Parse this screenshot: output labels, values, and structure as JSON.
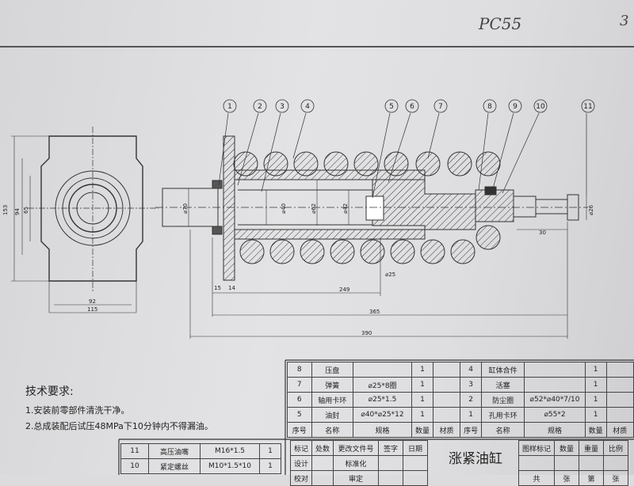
{
  "header": {
    "drawing_code": "PC55",
    "page_fragment": "3"
  },
  "dims": {
    "side_height_outer": "153",
    "side_height_mid": "94",
    "side_height_inner": "65",
    "side_width_inner": "92",
    "side_width_outer": "115",
    "bore_70": "⌀70",
    "bore_40": "⌀40",
    "bore_62": "⌀62",
    "bore_42": "⌀42",
    "stem_26": "⌀26",
    "stem_len_30": "30",
    "oring_25": "⌀25",
    "len_15": "15",
    "len_14": "14",
    "len_249": "249",
    "len_365": "365",
    "len_390": "390"
  },
  "balloons": [
    "1",
    "2",
    "3",
    "4",
    "5",
    "6",
    "7",
    "8",
    "9",
    "10",
    "11"
  ],
  "tech": {
    "title": "技术要求:",
    "line1": "1.安装前零部件清洗干净。",
    "line2": "2.总成装配后试压48MPa下10分钟内不得漏油。"
  },
  "bom_right": [
    [
      "8",
      "压盘",
      "",
      "1",
      "",
      "4",
      "缸体合件",
      "",
      "1",
      ""
    ],
    [
      "7",
      "弹簧",
      "⌀25*8圈",
      "1",
      "",
      "3",
      "活塞",
      "",
      "1",
      ""
    ],
    [
      "6",
      "轴用卡环",
      "⌀25*1.5",
      "1",
      "",
      "2",
      "防尘圈",
      "⌀52*⌀40*7/10",
      "1",
      ""
    ],
    [
      "5",
      "油封",
      "⌀40*⌀25*12",
      "1",
      "",
      "1",
      "孔用卡环",
      "⌀55*2",
      "1",
      ""
    ]
  ],
  "bom_header": [
    "序号",
    "名称",
    "规格",
    "数量",
    "材质",
    "序号",
    "名称",
    "规格",
    "数量",
    "材质"
  ],
  "bom_left": [
    [
      "11",
      "高压油嘴",
      "M16*1.5",
      "1"
    ],
    [
      "10",
      "紧定螺丝",
      "M10*1.5*10",
      "1"
    ]
  ],
  "title_block": {
    "row1": [
      "标记",
      "处数",
      "更改文件号",
      "签字",
      "日期"
    ],
    "row2": [
      "设计",
      "",
      "标准化"
    ],
    "row3": [
      "校对",
      "",
      "审定"
    ],
    "name": "涨紧油缸",
    "cols": [
      "图样标记",
      "数量",
      "重量",
      "比例"
    ],
    "bottom": [
      "共",
      "张",
      "第",
      "张"
    ]
  }
}
